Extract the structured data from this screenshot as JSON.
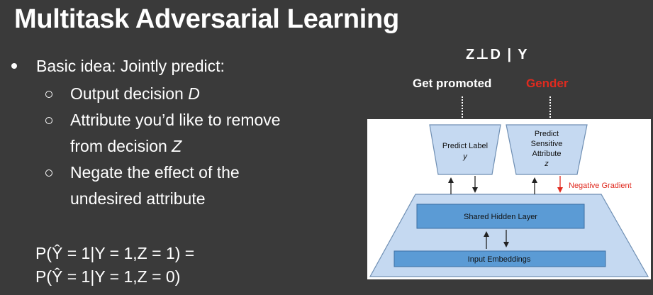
{
  "slide": {
    "title": "Multitask Adversarial Learning"
  },
  "bullets": {
    "main": "Basic idea: Jointly predict:",
    "sub1_prefix": "Output decision ",
    "sub1_var": "D",
    "sub2_line1": "Attribute you’d like to remove",
    "sub2_line2_prefix": "from decision ",
    "sub2_var": "Z",
    "sub3_line1": "Negate the effect of the",
    "sub3_line2": "undesired attribute"
  },
  "formula": {
    "line1": "P(Ŷ = 1|Y = 1,Z = 1) =",
    "line2": "P(Ŷ = 1|Y = 1,Z = 0)"
  },
  "independence": "Z⊥D | Y",
  "labels": {
    "promoted": "Get promoted",
    "gender": "Gender"
  },
  "diagram": {
    "predict_label_line1": "Predict Label",
    "predict_label_line2": "y",
    "predict_sensitive_line1": "Predict",
    "predict_sensitive_line2": "Sensitive",
    "predict_sensitive_line3": "Attribute",
    "predict_sensitive_line4": "z",
    "negative_gradient": "Negative Gradient",
    "shared_hidden": "Shared Hidden Layer",
    "input_embeddings": "Input Embeddings"
  },
  "colors": {
    "background": "#3a3a3a",
    "gender": "#e02a1f",
    "negative_gradient": "#e02a1f",
    "light_blue": "#c5d9f1",
    "mid_blue": "#5b9bd5"
  }
}
